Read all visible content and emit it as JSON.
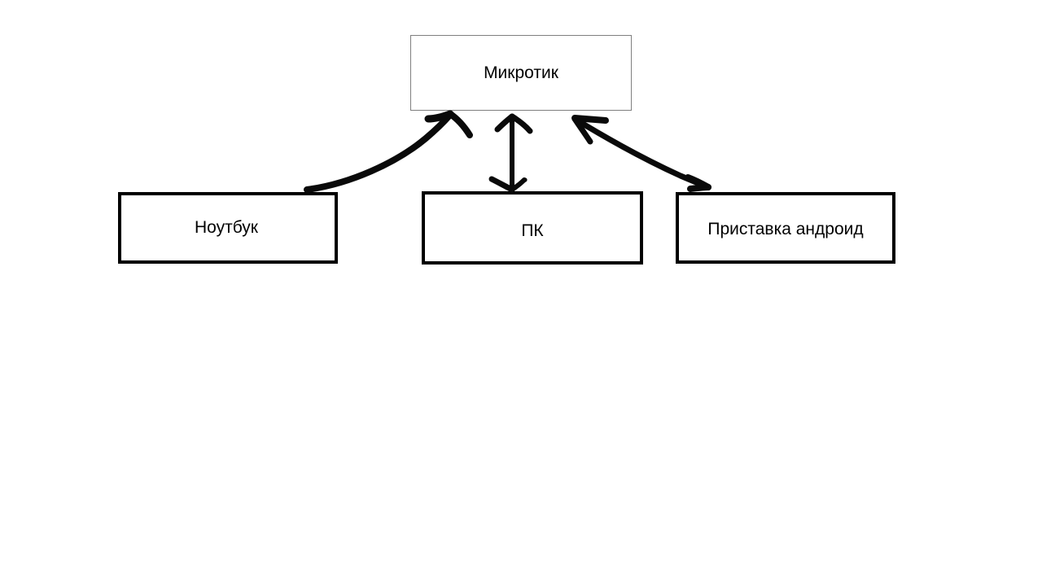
{
  "diagram": {
    "title": "",
    "background_color": "#ffffff",
    "ink_color": "#0a0a0a",
    "nodes": [
      {
        "id": "router",
        "label": "Микротик",
        "border_color": "#7f7f7f",
        "border_width": "1px",
        "fill": "#ffffff"
      },
      {
        "id": "laptop",
        "label": "Ноутбук",
        "border_color": "#000000",
        "border_width": "4px",
        "fill": "#ffffff"
      },
      {
        "id": "pc",
        "label": "ПК",
        "border_color": "#000000",
        "border_width": "4px",
        "fill": "#ffffff"
      },
      {
        "id": "androidbox",
        "label": "Приставка андроид",
        "border_color": "#000000",
        "border_width": "4px",
        "fill": "#ffffff"
      }
    ],
    "connections": [
      {
        "id": "laptop-to-router",
        "from": "laptop",
        "to": "router",
        "style": "curved-hand-drawn",
        "arrowheads": "end"
      },
      {
        "id": "pc-to-router",
        "from": "pc",
        "to": "router",
        "style": "straight-hand-drawn",
        "arrowheads": "both"
      },
      {
        "id": "androidbox-to-router",
        "from": "androidbox",
        "to": "router",
        "style": "curved-hand-drawn",
        "arrowheads": "both"
      }
    ]
  }
}
